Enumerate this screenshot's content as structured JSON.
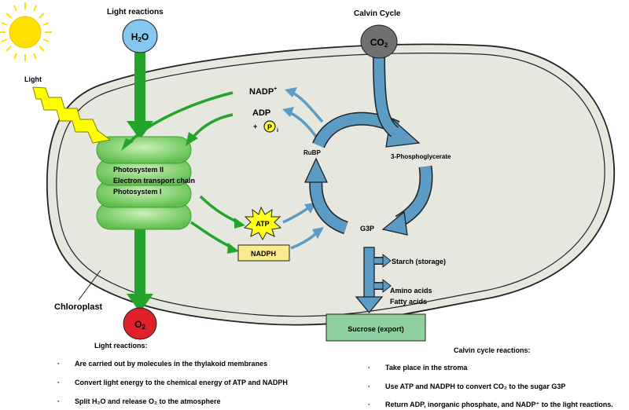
{
  "titles": {
    "light_reactions": "Light reactions",
    "calvin_cycle": "Calvin Cycle"
  },
  "molecules": {
    "h2o": {
      "main": "H",
      "sub": "2",
      "end": "O"
    },
    "co2": {
      "main": "CO",
      "sub": "2"
    },
    "o2": {
      "main": "O",
      "sub": "2"
    },
    "nadp_plus": {
      "main": "NADP",
      "sup": "+"
    },
    "adp": "ADP",
    "pi_plus": "+",
    "pi_letter": "P",
    "pi_sub": "i",
    "atp": "ATP",
    "nadph": "NADPH"
  },
  "labels": {
    "light": "Light",
    "photosystem_ii": "Photosystem II",
    "electron_transport_chain": "Electron transport chain",
    "photosystem_i": "Photosystem I",
    "chloroplast": "Chloroplast",
    "rubp": "RuBP",
    "phosphoglycerate": "3-Phosphoglycerate",
    "g3p": "G3P",
    "starch": "Starch (storage)",
    "amino_acids": "Amino acids",
    "fatty_acids": "Fatty acids",
    "sucrose": "Sucrose (export)"
  },
  "notes": {
    "light": {
      "heading": "Light reactions:",
      "bullet": "·",
      "items": [
        "Are carried out by molecules in the thylakoid membranes",
        "Convert light energy to the chemical energy of ATP and NADPH",
        "Split H₂O and release O₂ to the atmosphere"
      ]
    },
    "calvin": {
      "heading": "Calvin cycle reactions:",
      "bullet": "·",
      "items": [
        "Take place in the stroma",
        "Use ATP and NADPH to convert CO₂ to the sugar G3P",
        "Return ADP, inorganic phosphate, and NADP⁺ to the light reactions."
      ]
    }
  },
  "colors": {
    "green_arrow": "#22a52a",
    "blue_arrow": "#5b9bc4",
    "h2o_fill": "#85c7ef",
    "co2_fill": "#707070",
    "o2_fill": "#e0202a",
    "thylakoid": "#7ed36a",
    "chloroplast_fill": "#e6e7df",
    "sun": "#ffe000",
    "lightning": "#ffff00",
    "atp_star": "#ffff1a",
    "nadph_fill": "#fbeb8f",
    "sucrose_fill": "#8fd0a1"
  }
}
